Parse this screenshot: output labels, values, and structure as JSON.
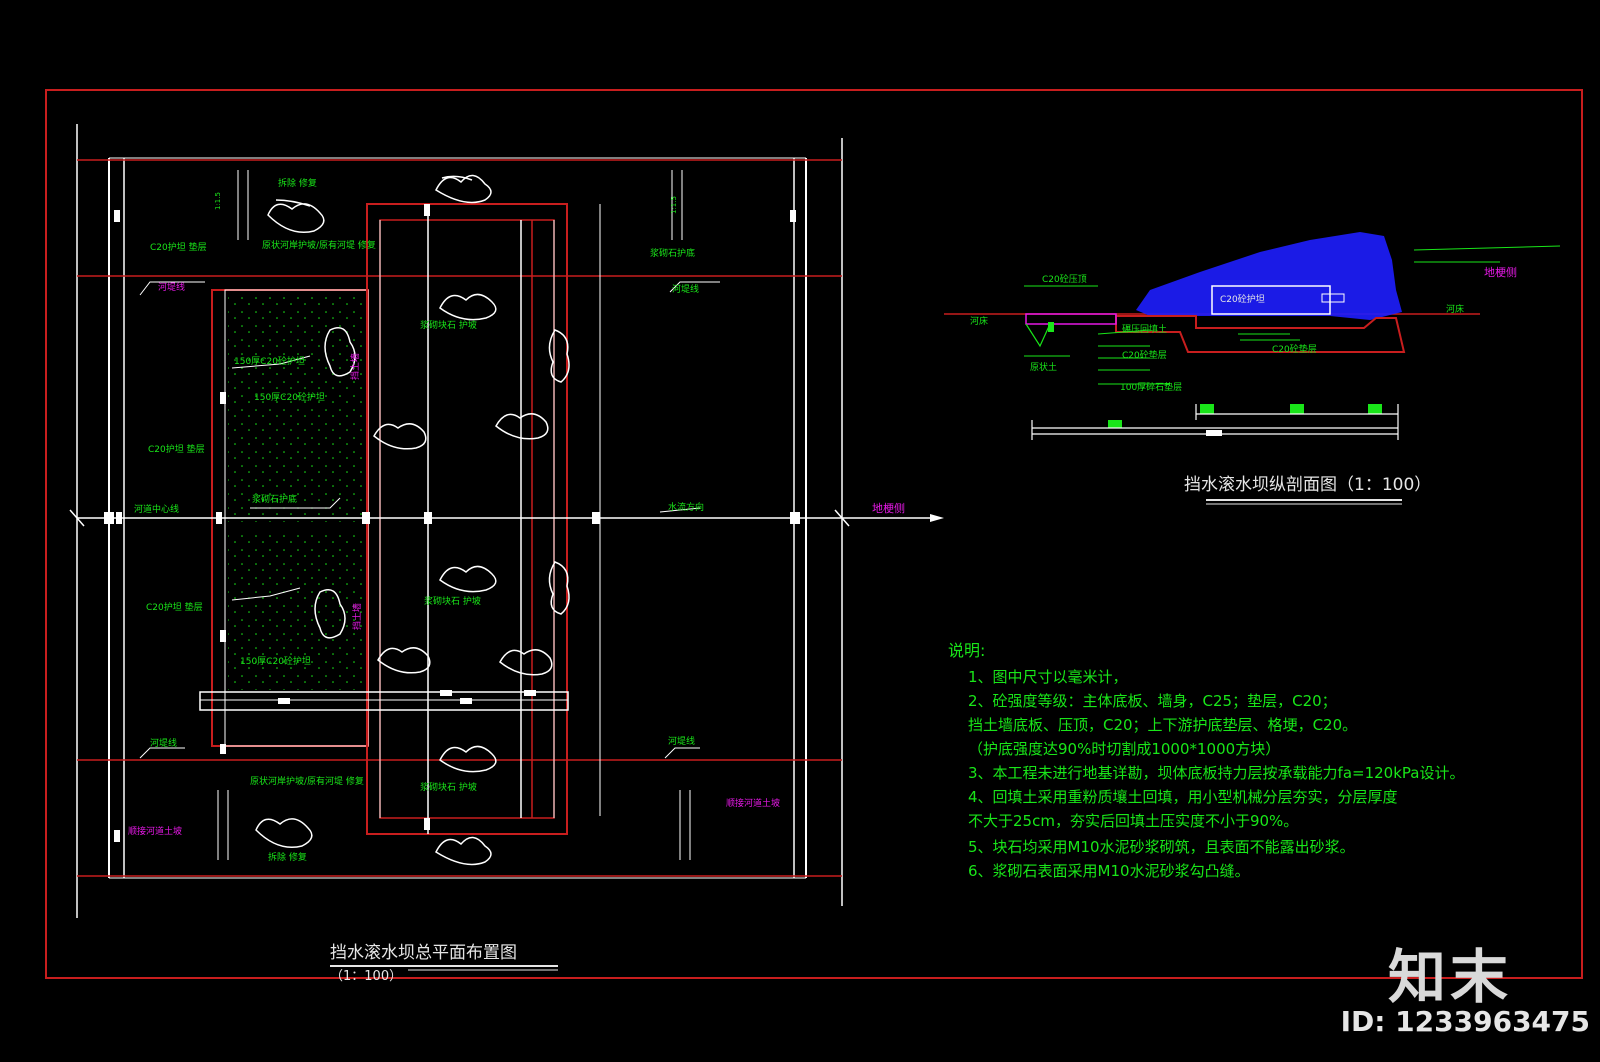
{
  "plan": {
    "title": "挡水滚水坝总平面布置图",
    "scale": "（1：100）",
    "labels": {
      "shore_protect_top": "拆除 修复",
      "shore_protect_bottom": "拆除 修复",
      "note_top": "原状河岸护坡/原有河堤 修复",
      "note_bottom": "原状河岸护坡/原有河堤 修复",
      "river_left_top": "河堤线",
      "river_right_top": "河堤线",
      "river_left_bottom": "河堤线",
      "river_right_bottom": "河堤线",
      "centerline": "河道中心线",
      "flow_arrow": "水流方向",
      "downstream": "地梗侧",
      "slope_left": "1:1.5",
      "slope_right": "1:1.5",
      "c20_top": "C20护坦 垫层",
      "c20_bottom": "C20护坦 垫层",
      "apron_top": "150厚C20砼护坦",
      "apron_bottom": "150厚C20砼护坦",
      "riprap_top": "浆砌石护底",
      "riprap_bottom": "浆砌石护底",
      "rock_label_1": "浆砌块石 护坡",
      "rock_label_2": "浆砌块石 护坡",
      "rock_label_3": "浆砌块石 护坡",
      "magenta_top_left": "河堤线",
      "magenta_bottom_left": "顺接河道土坡",
      "magenta_bottom_right": "顺接河道土坡",
      "magenta_vert_top": "挡土墙",
      "magenta_vert_bottom": "挡土墙"
    }
  },
  "section": {
    "title": "挡水滚水坝纵剖面图（1：100）",
    "labels": {
      "downstream": "地梗侧",
      "upstream": "河床",
      "tag_1": "C20砼压顶",
      "tag_2": "碾压回填土",
      "tag_3": "C20砼垫层",
      "tag_4": "100厚碎石垫层",
      "tag_5": "原状土",
      "tag_6": "C20砼护坦"
    }
  },
  "notes": {
    "heading": "说明:",
    "lines": [
      "1、图中尺寸以毫米计，",
      "2、砼强度等级：主体底板、墙身，C25；垫层，C20；",
      "挡土墙底板、压顶，C20；上下游护底垫层、格埂，C20。",
      "（护底强度达90%时切割成1000*1000方块）",
      "3、本工程未进行地基详勘，坝体底板持力层按承载能力fa=120kPa设计。",
      "4、回填土采用重粉质壤土回填，用小型机械分层夯实，分层厚度",
      "不大于25cm，夯实后回填土压实度不小于90%。",
      "5、块石均采用M10水泥砂浆砌筑，且表面不能露出砂浆。",
      "6、浆砌石表面采用M10水泥砂浆勾凸缝。"
    ]
  },
  "watermark": {
    "logo": "知末",
    "id": "ID: 1233963475"
  },
  "colors": {
    "frame": "#c81e1e",
    "white": "#ffffff",
    "green": "#19e619",
    "magenta": "#e619e6",
    "blue": "#1e1eff",
    "text_white": "#e6e6e6"
  }
}
